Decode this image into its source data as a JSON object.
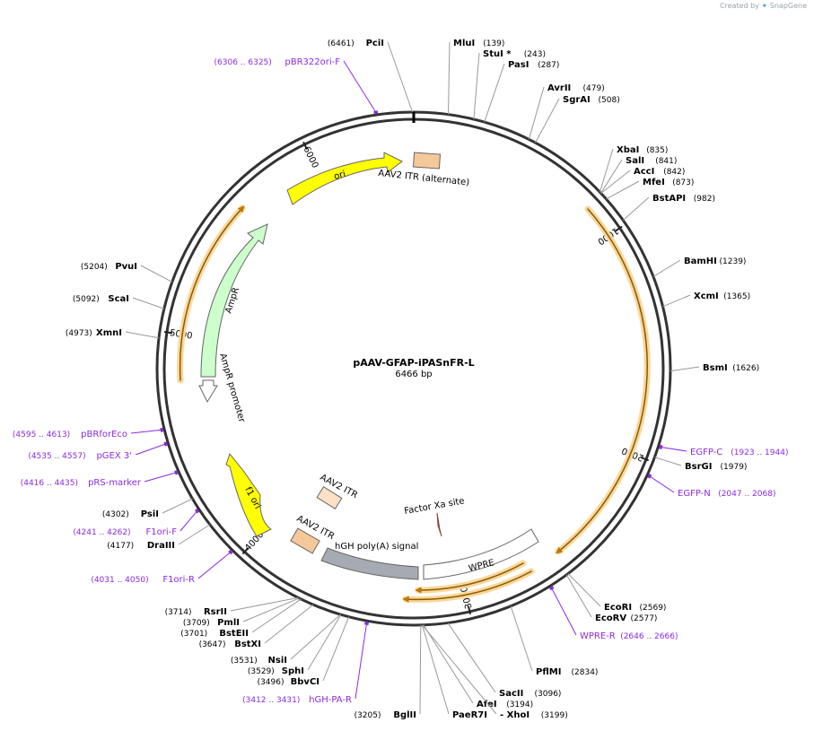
{
  "credit": {
    "created_by": "Created by",
    "brand": "SnapGene"
  },
  "plasmid": {
    "name": "pAAV-GFAP-iPASnFR-L",
    "length_label": "6466 bp",
    "length": 6466
  },
  "tick_marks": [
    "1000",
    "2000",
    "3000",
    "4000",
    "5000",
    "6000"
  ],
  "enzymes": [
    {
      "name": "PciI",
      "pos": "(6461)",
      "bp": 6461
    },
    {
      "name": "MluI",
      "pos": "(139)",
      "bp": 139
    },
    {
      "name": "StuI *",
      "pos": "(243)",
      "bp": 243
    },
    {
      "name": "PasI",
      "pos": "(287)",
      "bp": 287
    },
    {
      "name": "AvrII",
      "pos": "(479)",
      "bp": 479
    },
    {
      "name": "SgrAI",
      "pos": "(508)",
      "bp": 508
    },
    {
      "name": "XbaI",
      "pos": "(835)",
      "bp": 835
    },
    {
      "name": "SalI",
      "pos": "(841)",
      "bp": 841
    },
    {
      "name": "AccI",
      "pos": "(842)",
      "bp": 842
    },
    {
      "name": "MfeI",
      "pos": "(873)",
      "bp": 873
    },
    {
      "name": "BstAPI",
      "pos": "(982)",
      "bp": 982
    },
    {
      "name": "BamHI",
      "pos": "(1239)",
      "bp": 1239
    },
    {
      "name": "XcmI",
      "pos": "(1365)",
      "bp": 1365
    },
    {
      "name": "BsmI",
      "pos": "(1626)",
      "bp": 1626
    },
    {
      "name": "BsrGI",
      "pos": "(1979)",
      "bp": 1979
    },
    {
      "name": "EcoRI",
      "pos": "(2569)",
      "bp": 2569
    },
    {
      "name": "EcoRV",
      "pos": "(2577)",
      "bp": 2577
    },
    {
      "name": "PflMI",
      "pos": "(2834)",
      "bp": 2834
    },
    {
      "name": "SacII",
      "pos": "(3096)",
      "bp": 3096
    },
    {
      "name": "AfeI",
      "pos": "(3194)",
      "bp": 3194
    },
    {
      "name": "PaeR7I",
      "pos": "",
      "bp": 3199
    },
    {
      "name": "- XhoI",
      "pos": "(3199)",
      "bp": 3199
    },
    {
      "name": "BglII",
      "pos": "(3205)",
      "bp": 3205
    },
    {
      "name": "BbvCI",
      "pos": "(3496)",
      "bp": 3496
    },
    {
      "name": "SphI",
      "pos": "(3529)",
      "bp": 3529
    },
    {
      "name": "NsiI",
      "pos": "(3531)",
      "bp": 3531
    },
    {
      "name": "BstXI",
      "pos": "(3647)",
      "bp": 3647
    },
    {
      "name": "BstEII",
      "pos": "(3701)",
      "bp": 3701
    },
    {
      "name": "PmlI",
      "pos": "(3709)",
      "bp": 3709
    },
    {
      "name": "RsrII",
      "pos": "(3714)",
      "bp": 3714
    },
    {
      "name": "DraIII",
      "pos": "(4177)",
      "bp": 4177
    },
    {
      "name": "PsiI",
      "pos": "(4302)",
      "bp": 4302
    },
    {
      "name": "XmnI",
      "pos": "(4973)",
      "bp": 4973
    },
    {
      "name": "ScaI",
      "pos": "(5092)",
      "bp": 5092
    },
    {
      "name": "PvuI",
      "pos": "(5204)",
      "bp": 5204
    }
  ],
  "primers": [
    {
      "name": "pBR322ori-F",
      "pos": "(6306 .. 6325)",
      "bp": 6315
    },
    {
      "name": "EGFP-C",
      "pos": "(1923 .. 1944)",
      "bp": 1933
    },
    {
      "name": "EGFP-N",
      "pos": "(2047 .. 2068)",
      "bp": 2057
    },
    {
      "name": "WPRE-R",
      "pos": "(2646 .. 2666)",
      "bp": 2656
    },
    {
      "name": "hGH-PA-R",
      "pos": "(3412 .. 3431)",
      "bp": 3421
    },
    {
      "name": "F1ori-R",
      "pos": "(4031 .. 4050)",
      "bp": 4040
    },
    {
      "name": "F1ori-F",
      "pos": "(4241 .. 4262)",
      "bp": 4251
    },
    {
      "name": "pRS-marker",
      "pos": "(4416 .. 4435)",
      "bp": 4425
    },
    {
      "name": "pGEX 3'",
      "pos": "(4535 .. 4557)",
      "bp": 4546
    },
    {
      "name": "pBRforEco",
      "pos": "(4595 .. 4613)",
      "bp": 4604
    }
  ],
  "features": [
    {
      "name": "ori",
      "kind": "arrow",
      "color": "#ffff00"
    },
    {
      "name": "AAV2 ITR (alternate)",
      "kind": "box",
      "color": "#f5c89a"
    },
    {
      "name": "AmpR",
      "kind": "arrow",
      "color": "#ccffcc"
    },
    {
      "name": "AmpR promoter",
      "kind": "arrow",
      "color": "#ffffff"
    },
    {
      "name": "f1 ori",
      "kind": "arrow",
      "color": "#ffff00"
    },
    {
      "name": "AAV2 ITR",
      "kind": "box",
      "color": "#fde0c5"
    },
    {
      "name": "AAV2 ITR",
      "kind": "box",
      "color": "#f5c89a"
    },
    {
      "name": "hGH poly(A) signal",
      "kind": "box",
      "color": "#a6abb3"
    },
    {
      "name": "WPRE",
      "kind": "box",
      "color": "#ffffff"
    },
    {
      "name": "Factor Xa site",
      "kind": "mark",
      "color": "#c06080"
    }
  ],
  "colors": {
    "orf": "#f5a623",
    "primer": "#8a2be2",
    "backbone": "#333333"
  }
}
